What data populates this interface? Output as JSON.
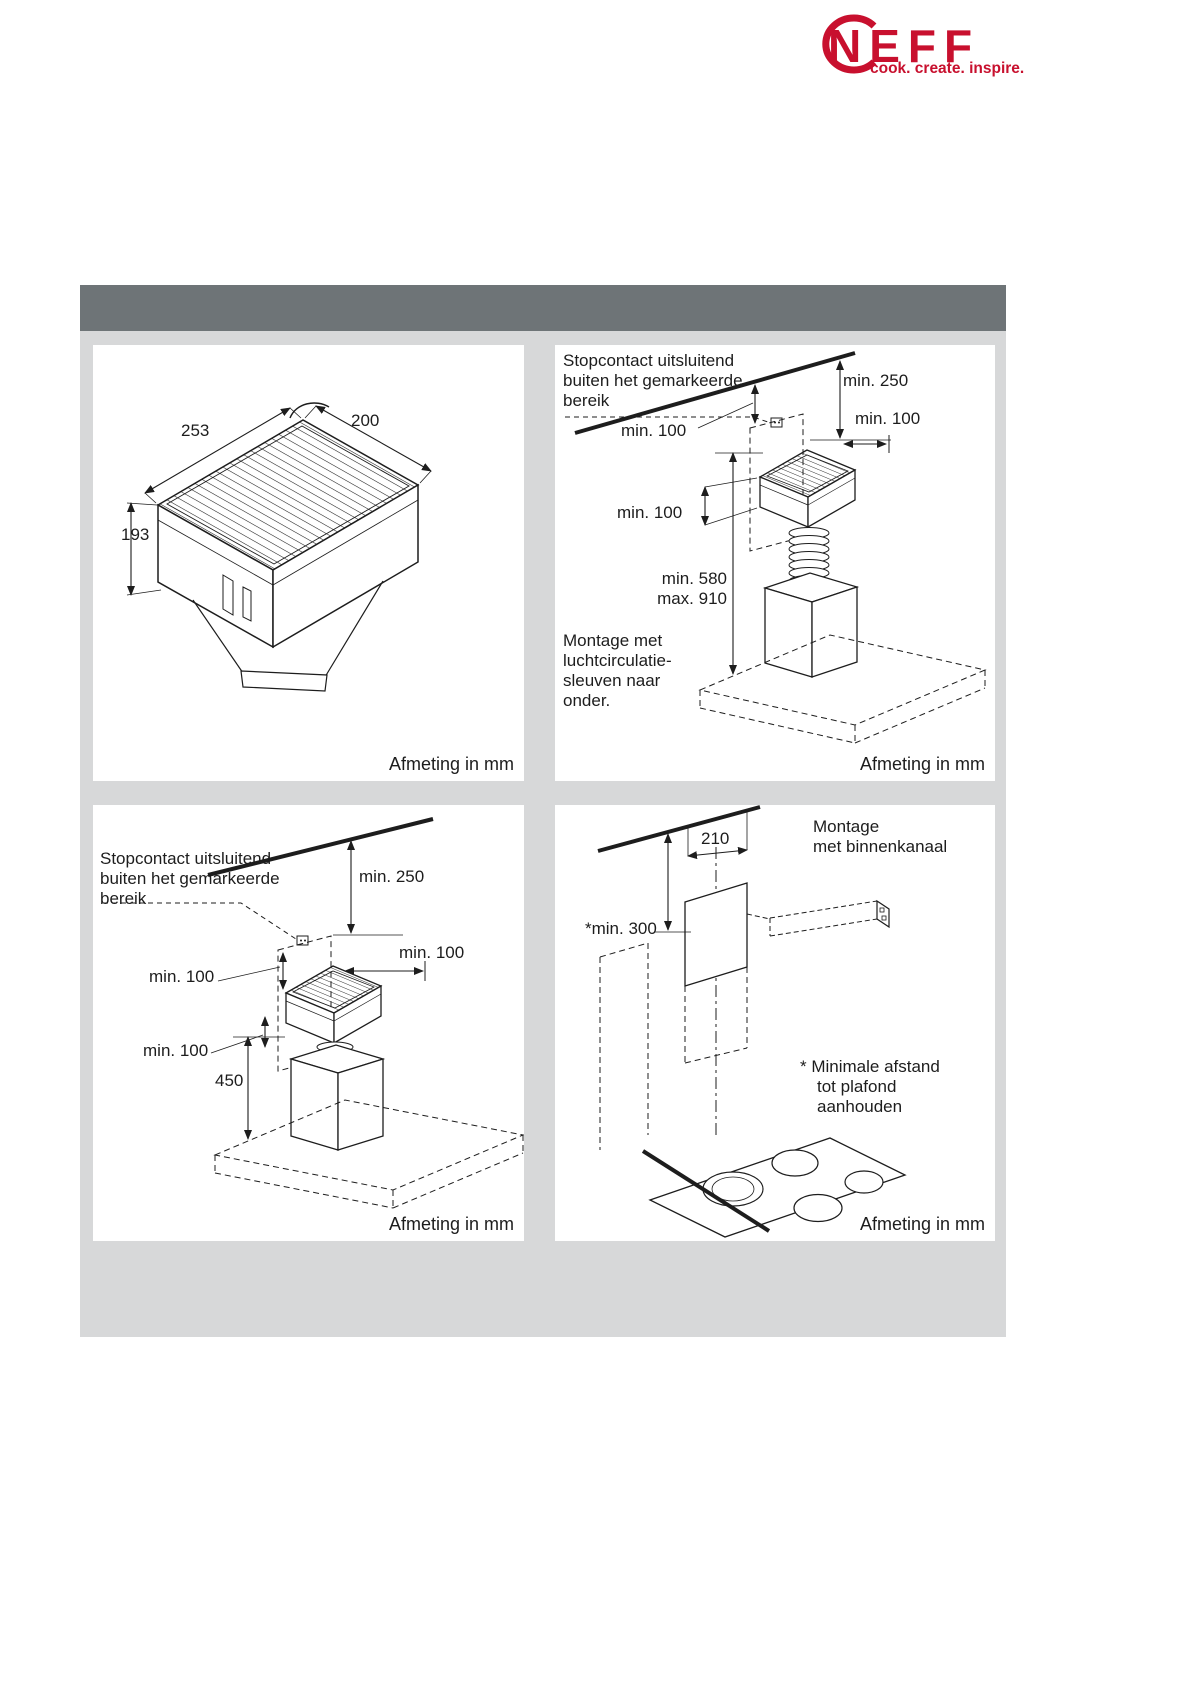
{
  "logo": {
    "brand": "NEFF",
    "tagline": "cook. create. inspire.",
    "color": "#c8102e"
  },
  "colors": {
    "header_band": "#6e7477",
    "content_background": "#d7d8d9",
    "line": "#1d1d1d"
  },
  "panel1": {
    "dim_back_width": "253",
    "dim_front_width": "200",
    "dim_height": "193",
    "caption": "Afmeting in mm"
  },
  "panel2": {
    "socket_note": [
      "Stopcontact uitsluitend",
      "buiten het gemarkeerde",
      "bereik"
    ],
    "dim_ceiling_clearance": "min. 250",
    "dim_side_clearance_right": "min. 100",
    "dim_top_clearance": "min. 100",
    "dim_side_clearance_left": "min. 100",
    "dim_height_min": "min. 580",
    "dim_height_max": "max. 910",
    "mount_note": [
      "Montage met",
      "luchtcirculatie-",
      "sleuven naar",
      "onder."
    ],
    "caption": "Afmeting in mm"
  },
  "panel3": {
    "socket_note": [
      "Stopcontact uitsluitend",
      "buiten het gemarkeerde",
      "bereik"
    ],
    "dim_ceiling_clearance": "min. 250",
    "dim_side_clearance_right": "min. 100",
    "dim_top_clearance": "min. 100",
    "dim_side_clearance_left": "min. 100",
    "dim_height": "450",
    "caption": "Afmeting in mm"
  },
  "panel4": {
    "title": [
      "Montage",
      "met binnenkanaal"
    ],
    "dim_duct_width": "210",
    "dim_ceiling_min": "*min. 300",
    "footnote": [
      "* Minimale afstand",
      "tot plafond",
      "aanhouden"
    ],
    "caption": "Afmeting in mm"
  }
}
